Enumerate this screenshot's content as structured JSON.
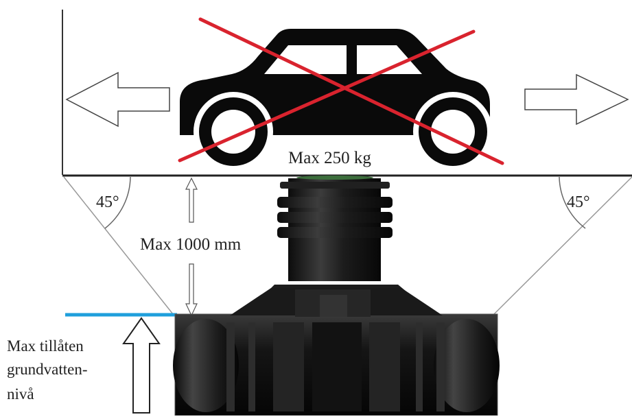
{
  "labels": {
    "max_load": "Max 250 kg",
    "max_depth": "Max 1000 mm",
    "angle_left": "45°",
    "angle_right": "45°",
    "groundwater_line1": "Max tillåten",
    "groundwater_line2": "grundvatten-",
    "groundwater_line3": "nivå"
  },
  "colors": {
    "prohibition_cross": "#d9232e",
    "groundwater_line": "#1f9fdc",
    "tank": "#141414",
    "car": "#0a0a0a",
    "outline": "#222222"
  },
  "icons": {
    "car": "car-icon",
    "prohibition": "prohibition-cross-icon",
    "arrows": "hollow-arrow-icon"
  }
}
